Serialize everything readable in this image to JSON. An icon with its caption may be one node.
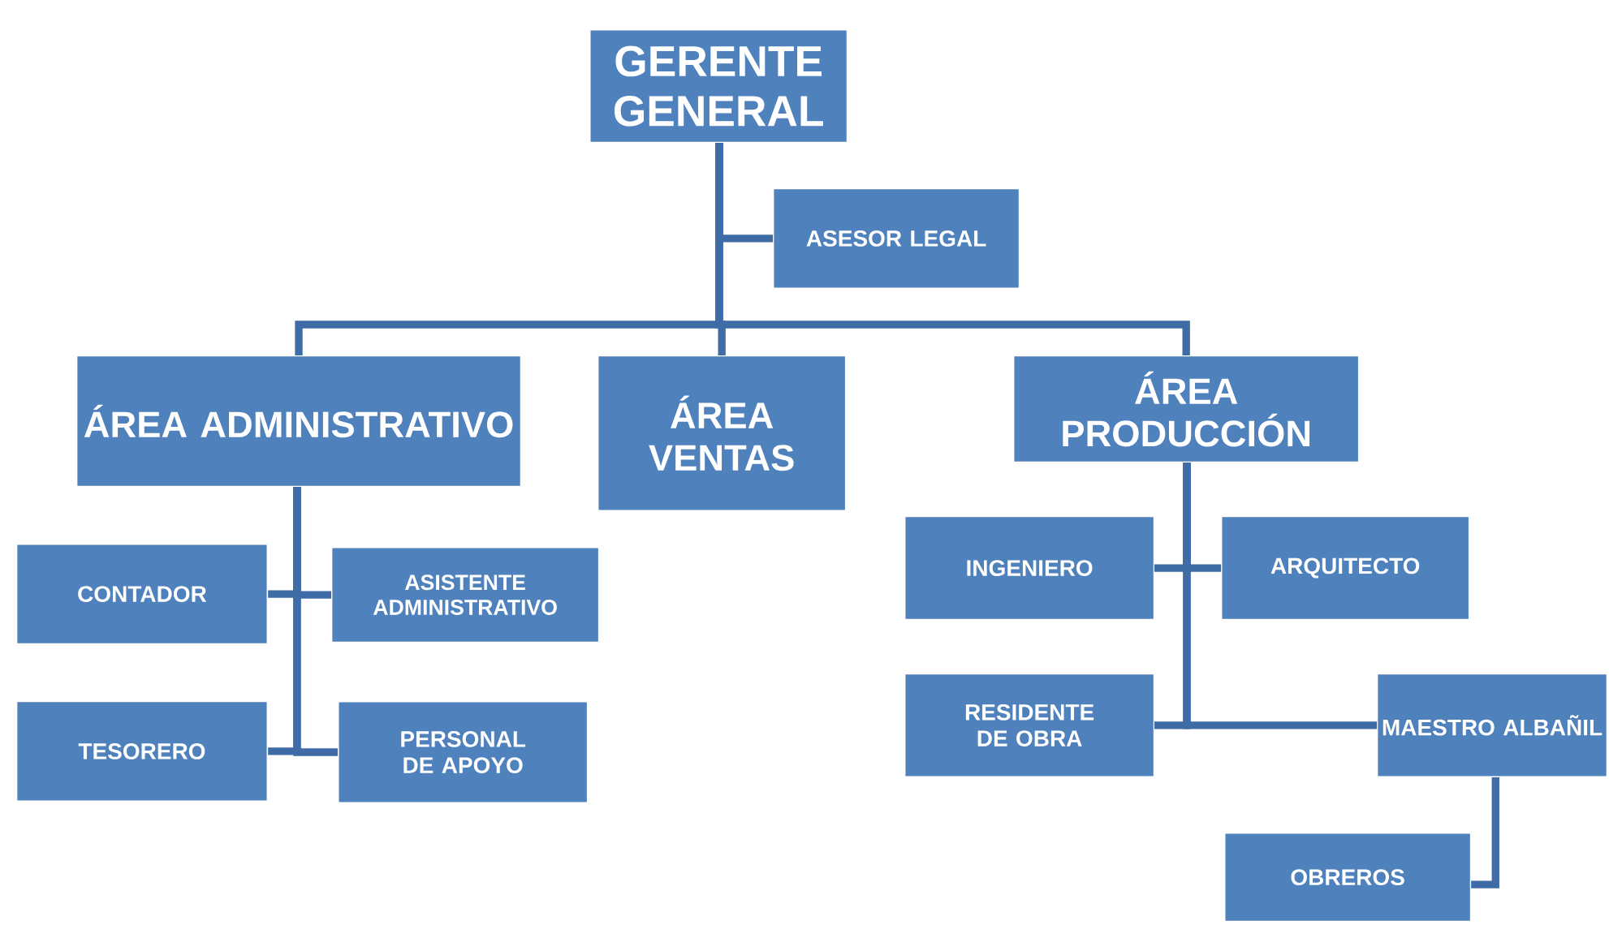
{
  "diagram": {
    "nodes": [
      {
        "text": [
          "GERENTE GENERAL"
        ]
      },
      {
        "text": [
          "ASESOR LEGAL"
        ]
      },
      {
        "text": [
          "ÁREA ADMINISTRATIVO"
        ]
      },
      {
        "text": [
          "ÁREA VENTAS"
        ]
      },
      {
        "text": [
          "ÁREA PRODUCCIÓN"
        ]
      },
      {
        "text": [
          "CONTADOR"
        ]
      },
      {
        "text": [
          "ASISTENTE ADMINISTRATIVO"
        ]
      },
      {
        "text": [
          "TESORERO"
        ]
      },
      {
        "text": [
          "PERSONAL DE APOYO"
        ]
      },
      {
        "text": [
          "INGENIERO"
        ]
      },
      {
        "text": [
          "ARQUITECTO"
        ]
      },
      {
        "text": [
          "RESIDENTE DE OBRA"
        ]
      },
      {
        "text": [
          "MAESTRO ALBAÑIL"
        ]
      },
      {
        "text": [
          "OBREROS"
        ]
      }
    ],
    "edges": [
      {
        "from": 0,
        "to": 1,
        "arrow": "none"
      },
      {
        "from": 0,
        "to": 2,
        "arrow": "none"
      },
      {
        "from": 0,
        "to": 3,
        "arrow": "none"
      },
      {
        "from": 0,
        "to": 4,
        "arrow": "none"
      },
      {
        "from": 2,
        "to": 5,
        "arrow": "none"
      },
      {
        "from": 2,
        "to": 6,
        "arrow": "none"
      },
      {
        "from": 2,
        "to": 7,
        "arrow": "none"
      },
      {
        "from": 2,
        "to": 8,
        "arrow": "none"
      },
      {
        "from": 4,
        "to": 9,
        "arrow": "none"
      },
      {
        "from": 4,
        "to": 10,
        "arrow": "none"
      },
      {
        "from": 4,
        "to": 11,
        "arrow": "none"
      },
      {
        "from": 4,
        "to": 12,
        "arrow": "none"
      },
      {
        "from": 12,
        "to": 13,
        "arrow": "none"
      }
    ]
  }
}
